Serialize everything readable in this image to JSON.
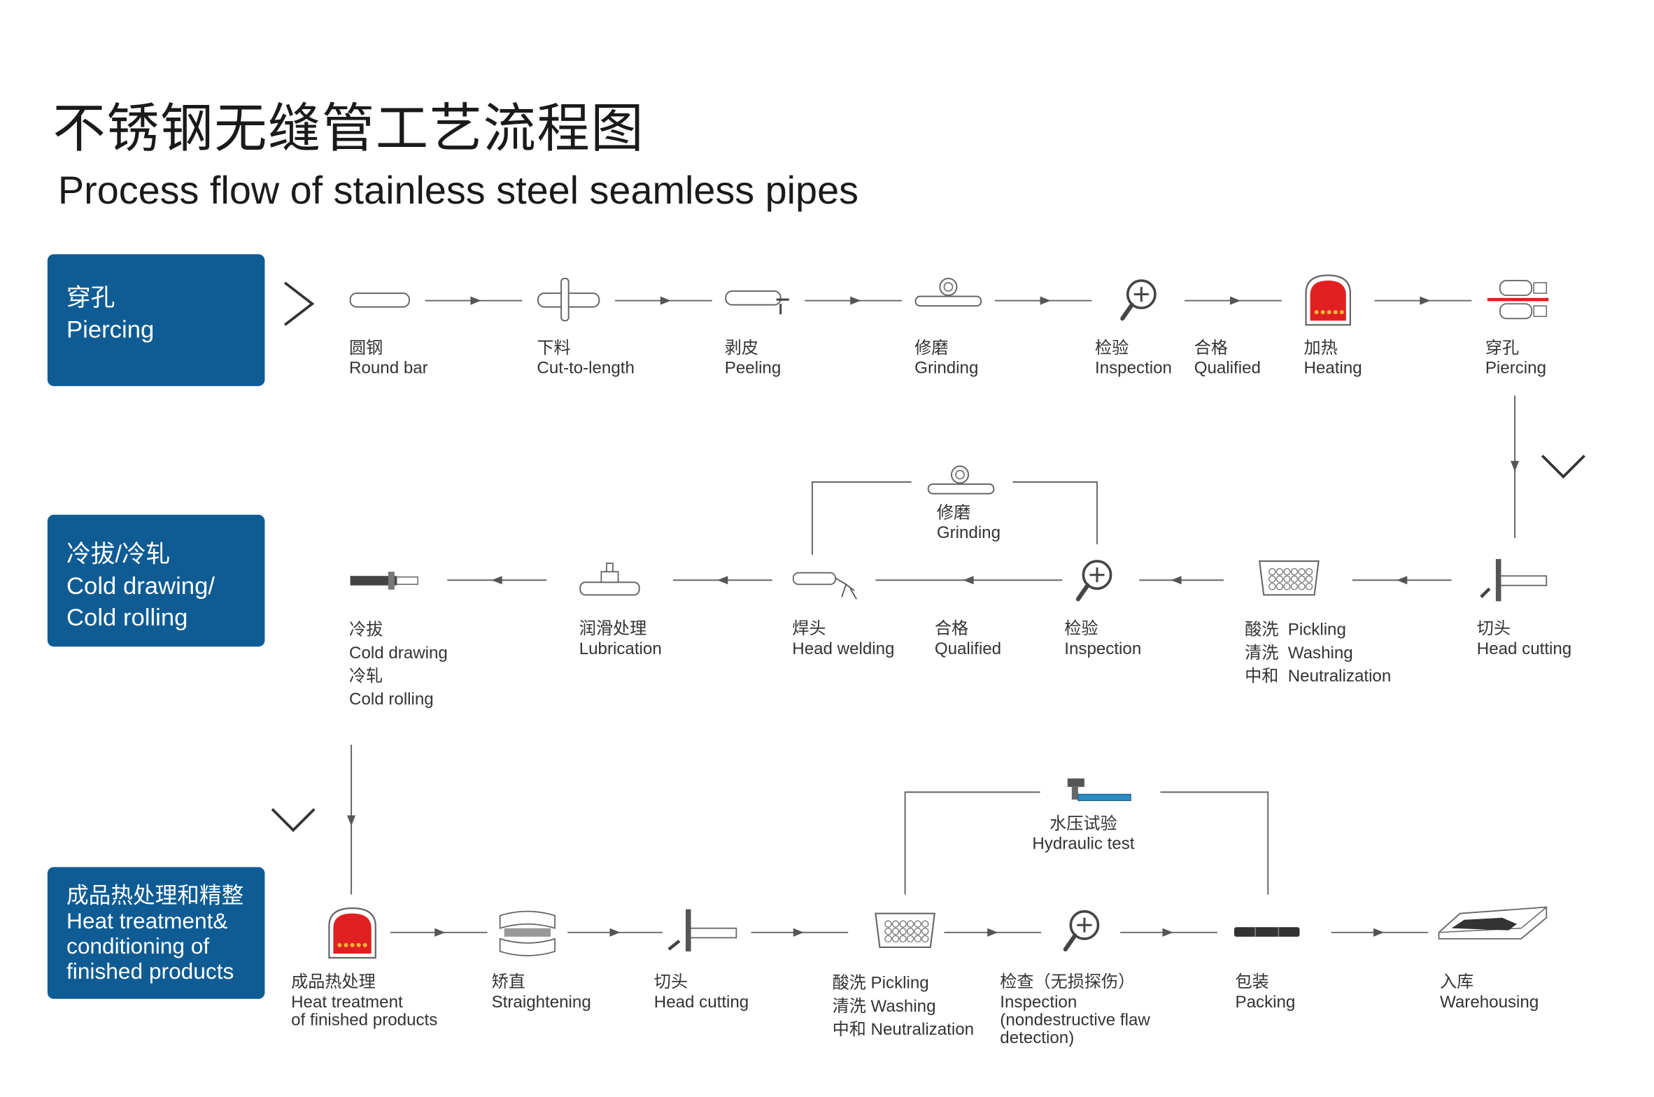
{
  "title": {
    "cn": "不锈钢无缝管工艺流程图",
    "en": "Process flow of stainless steel seamless pipes"
  },
  "stages": [
    {
      "cn": "穿孔",
      "en": [
        "Piercing"
      ]
    },
    {
      "cn": "冷拔/冷轧",
      "en": [
        "Cold drawing/",
        "Cold rolling"
      ]
    },
    {
      "cn": "成品热处理和精整",
      "en": [
        "Heat treatment&",
        "conditioning of",
        "finished products"
      ]
    }
  ],
  "row1": [
    {
      "icon": "round-bar-icon",
      "cn": "圆钢",
      "en": "Round bar"
    },
    {
      "icon": "cut-to-length-icon",
      "cn": "下料",
      "en": "Cut-to-length"
    },
    {
      "icon": "peeling-icon",
      "cn": "剥皮",
      "en": "Peeling"
    },
    {
      "icon": "grinding-icon",
      "cn": "修磨",
      "en": "Grinding"
    },
    {
      "icon": "inspection-icon",
      "cn": "检验",
      "en": "Inspection"
    },
    {
      "icon": "none",
      "cn": "合格",
      "en": "Qualified"
    },
    {
      "icon": "heating-furnace-icon",
      "cn": "加热",
      "en": "Heating"
    },
    {
      "icon": "piercing-mill-icon",
      "cn": "穿孔",
      "en": "Piercing"
    }
  ],
  "row2": [
    {
      "icon": "cold-drawing-icon",
      "cn": "冷拔",
      "en": "Cold drawing",
      "cn2": "冷轧",
      "en2": "Cold rolling"
    },
    {
      "icon": "lubrication-icon",
      "cn": "润滑处理",
      "en": "Lubrication"
    },
    {
      "icon": "head-welding-icon",
      "cn": "焊头",
      "en": "Head welding"
    },
    {
      "icon": "none",
      "cn": "合格",
      "en": "Qualified"
    },
    {
      "icon": "inspection-icon",
      "cn": "检验",
      "en": "Inspection"
    },
    {
      "icon": "pickling-tank-icon",
      "lines": [
        [
          "酸洗",
          "Pickling"
        ],
        [
          "清洗",
          "Washing"
        ],
        [
          "中和",
          "Neutralization"
        ]
      ]
    },
    {
      "icon": "head-cutting-icon",
      "cn": "切头",
      "en": "Head cutting"
    }
  ],
  "row2_loop": {
    "icon": "grinding-icon",
    "cn": "修磨",
    "en": "Grinding"
  },
  "row3": [
    {
      "icon": "heat-treatment-furnace-icon",
      "cn": "成品热处理",
      "en": "Heat treatment",
      "en2": "of finished products"
    },
    {
      "icon": "straightening-icon",
      "cn": "矫直",
      "en": "Straightening"
    },
    {
      "icon": "head-cutting-icon",
      "cn": "切头",
      "en": "Head cutting"
    },
    {
      "icon": "pickling-tank-icon",
      "lines": [
        [
          "酸洗",
          "Pickling"
        ],
        [
          "清洗",
          "Washing"
        ],
        [
          "中和",
          "Neutralization"
        ]
      ]
    },
    {
      "icon": "ndt-inspection-icon",
      "cn": "检查（无损探伤）",
      "en": "Inspection",
      "en2": "(nondestructive flaw",
      "en3": "detection)"
    },
    {
      "icon": "packing-icon",
      "cn": "包装",
      "en": "Packing"
    },
    {
      "icon": "warehouse-icon",
      "cn": "入库",
      "en": "Warehousing"
    }
  ],
  "row3_loop": {
    "icon": "hydraulic-test-icon",
    "cn": "水压试验",
    "en": "Hydraulic test"
  },
  "colors": {
    "stage_box": "#0f5c94",
    "furnace_red": "#e02020",
    "line": "#555555",
    "icon_stroke": "#666666"
  }
}
